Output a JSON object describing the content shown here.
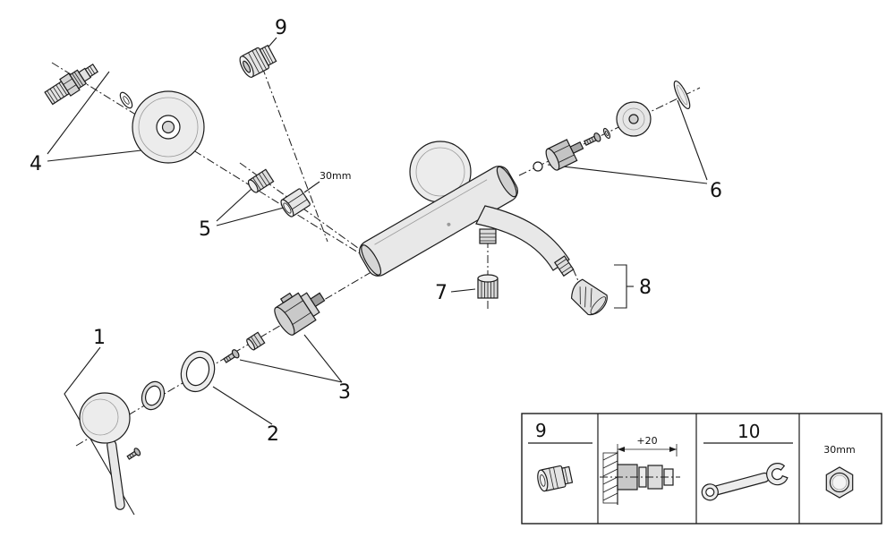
{
  "diagram": {
    "callouts": {
      "c1": "1",
      "c2": "2",
      "c3": "3",
      "c4": "4",
      "c5": "5",
      "c6": "6",
      "c7": "7",
      "c8": "8",
      "c9": "9"
    },
    "nut_size_label": "30mm",
    "legend": {
      "part9": "9",
      "part10": "10",
      "dimension": "+20",
      "nut_size": "30mm"
    },
    "colors": {
      "line": "#1c1c1c",
      "metal_light": "#ececec",
      "metal_mid": "#d9d9d9",
      "metal_dark": "#c4c4c4"
    }
  }
}
